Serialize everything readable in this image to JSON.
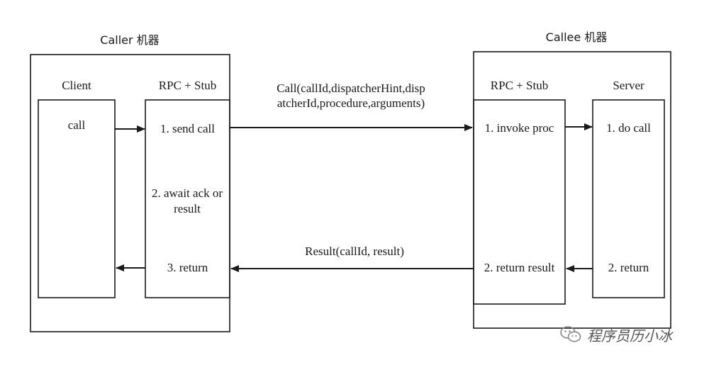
{
  "caller": {
    "title": "Caller 机器",
    "client": {
      "header": "Client",
      "step": "call"
    },
    "stub": {
      "header": "RPC + Stub",
      "step1": "1. send call",
      "step2": "2. await ack or result",
      "step3": "3. return"
    }
  },
  "callee": {
    "title": "Callee 机器",
    "stub": {
      "header": "RPC + Stub",
      "step1": "1. invoke proc",
      "step2": "2. return result"
    },
    "server": {
      "header": "Server",
      "step1": "1. do call",
      "step2": "2. return"
    }
  },
  "messages": {
    "call_line1": "Call(callId,dispatcherHint,disp",
    "call_line2": "atcherId,procedure,arguments)",
    "result": "Result(callId, result)"
  },
  "watermark": {
    "text": "程序员历小冰",
    "icon": "wechat-icon"
  },
  "colors": {
    "stroke": "#1a1a1a",
    "background": "#ffffff",
    "watermark": "#555555"
  }
}
